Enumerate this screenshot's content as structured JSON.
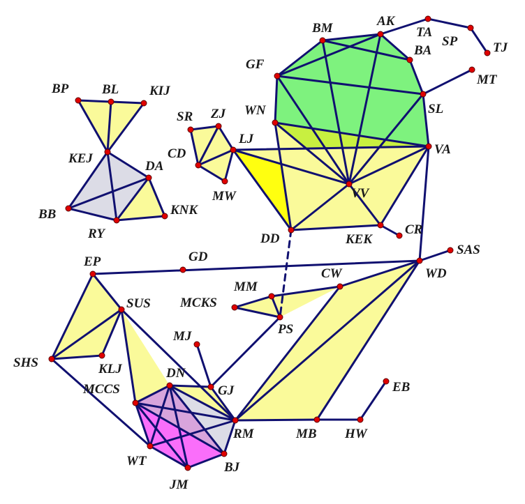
{
  "colors": {
    "edge": "#101070",
    "node": "#e00000",
    "yellow": "#fafa9a",
    "gray": "#dcdce6",
    "lavender": "#d8a4dc",
    "magenta": "#fa6efa",
    "green": "#7ef27e",
    "bright_yellow": "#ffff10",
    "yellow_green": "#c8f040"
  },
  "nodes": [
    {
      "id": "BP",
      "label": "BP"
    },
    {
      "id": "BL",
      "label": "BL"
    },
    {
      "id": "KIJ",
      "label": "KIJ"
    },
    {
      "id": "KEJ",
      "label": "KEJ"
    },
    {
      "id": "DA",
      "label": "DA"
    },
    {
      "id": "BB",
      "label": "BB"
    },
    {
      "id": "RY",
      "label": "RY"
    },
    {
      "id": "KNK",
      "label": "KNK"
    },
    {
      "id": "SR",
      "label": "SR"
    },
    {
      "id": "ZJ",
      "label": "ZJ"
    },
    {
      "id": "CD",
      "label": "CD"
    },
    {
      "id": "LJ",
      "label": "LJ"
    },
    {
      "id": "MW",
      "label": "MW"
    },
    {
      "id": "GF",
      "label": "GF"
    },
    {
      "id": "BM",
      "label": "BM"
    },
    {
      "id": "AK",
      "label": "AK"
    },
    {
      "id": "TA",
      "label": "TA"
    },
    {
      "id": "SP",
      "label": "SP"
    },
    {
      "id": "TJ",
      "label": "TJ"
    },
    {
      "id": "BA",
      "label": "BA"
    },
    {
      "id": "MT",
      "label": "MT"
    },
    {
      "id": "SL",
      "label": "SL"
    },
    {
      "id": "WN",
      "label": "WN"
    },
    {
      "id": "VA",
      "label": "VA"
    },
    {
      "id": "VV",
      "label": "VV"
    },
    {
      "id": "DD",
      "label": "DD"
    },
    {
      "id": "KEK",
      "label": "KEK"
    },
    {
      "id": "CR",
      "label": "CR"
    },
    {
      "id": "EP",
      "label": "EP"
    },
    {
      "id": "GD",
      "label": "GD"
    },
    {
      "id": "WD",
      "label": "WD"
    },
    {
      "id": "SAS",
      "label": "SAS"
    },
    {
      "id": "CW",
      "label": "CW"
    },
    {
      "id": "MM",
      "label": "MM"
    },
    {
      "id": "MCKS",
      "label": "MCKS"
    },
    {
      "id": "PS",
      "label": "PS"
    },
    {
      "id": "SUS",
      "label": "SUS"
    },
    {
      "id": "SHS",
      "label": "SHS"
    },
    {
      "id": "KLJ",
      "label": "KLJ"
    },
    {
      "id": "MJ",
      "label": "MJ"
    },
    {
      "id": "DN",
      "label": "DN"
    },
    {
      "id": "GJ",
      "label": "GJ"
    },
    {
      "id": "MCCS",
      "label": "MCCS"
    },
    {
      "id": "RM",
      "label": "RM"
    },
    {
      "id": "MB",
      "label": "MB"
    },
    {
      "id": "HW",
      "label": "HW"
    },
    {
      "id": "EB",
      "label": "EB"
    },
    {
      "id": "WT",
      "label": "WT"
    },
    {
      "id": "BJ",
      "label": "BJ"
    },
    {
      "id": "JM",
      "label": "JM"
    }
  ],
  "edges": [
    [
      "BP",
      "BL"
    ],
    [
      "BL",
      "KIJ"
    ],
    [
      "BP",
      "KEJ"
    ],
    [
      "BL",
      "KEJ"
    ],
    [
      "KIJ",
      "KEJ"
    ],
    [
      "KEJ",
      "DA"
    ],
    [
      "KEJ",
      "BB"
    ],
    [
      "KEJ",
      "RY"
    ],
    [
      "BB",
      "DA"
    ],
    [
      "BB",
      "RY"
    ],
    [
      "DA",
      "RY"
    ],
    [
      "DA",
      "KNK"
    ],
    [
      "RY",
      "KNK"
    ],
    [
      "SR",
      "ZJ"
    ],
    [
      "SR",
      "CD"
    ],
    [
      "ZJ",
      "CD"
    ],
    [
      "ZJ",
      "LJ"
    ],
    [
      "CD",
      "LJ"
    ],
    [
      "CD",
      "MW"
    ],
    [
      "LJ",
      "MW"
    ],
    [
      "LJ",
      "VA"
    ],
    [
      "LJ",
      "VV"
    ],
    [
      "LJ",
      "DD"
    ],
    [
      "GF",
      "BM"
    ],
    [
      "BM",
      "AK"
    ],
    [
      "AK",
      "BA"
    ],
    [
      "BA",
      "SL"
    ],
    [
      "SL",
      "VA"
    ],
    [
      "GF",
      "WN"
    ],
    [
      "GF",
      "AK"
    ],
    [
      "GF",
      "SL"
    ],
    [
      "GF",
      "VV"
    ],
    [
      "BM",
      "BA"
    ],
    [
      "BM",
      "VV"
    ],
    [
      "AK",
      "VV"
    ],
    [
      "AK",
      "TA"
    ],
    [
      "TA",
      "SP"
    ],
    [
      "SP",
      "TJ"
    ],
    [
      "SL",
      "MT"
    ],
    [
      "SL",
      "VV"
    ],
    [
      "WN",
      "VA"
    ],
    [
      "WN",
      "VV"
    ],
    [
      "WN",
      "DD"
    ],
    [
      "VA",
      "VV"
    ],
    [
      "VA",
      "KEK"
    ],
    [
      "VA",
      "WD"
    ],
    [
      "VV",
      "DD"
    ],
    [
      "VV",
      "KEK"
    ],
    [
      "DD",
      "KEK"
    ],
    [
      "KEK",
      "CR"
    ],
    [
      "EP",
      "WD"
    ],
    [
      "WD",
      "SAS"
    ],
    [
      "WD",
      "CW"
    ],
    [
      "WD",
      "RM"
    ],
    [
      "WD",
      "MB"
    ],
    [
      "CW",
      "MM"
    ],
    [
      "CW",
      "RM"
    ],
    [
      "MCKS",
      "MM"
    ],
    [
      "MCKS",
      "PS"
    ],
    [
      "MM",
      "PS"
    ],
    [
      "PS",
      "GJ"
    ],
    [
      "EP",
      "SUS"
    ],
    [
      "EP",
      "SHS"
    ],
    [
      "SUS",
      "SHS"
    ],
    [
      "SUS",
      "KLJ"
    ],
    [
      "SHS",
      "KLJ"
    ],
    [
      "SUS",
      "MCCS"
    ],
    [
      "SUS",
      "RM"
    ],
    [
      "SHS",
      "WT"
    ],
    [
      "MJ",
      "GJ"
    ],
    [
      "DN",
      "GJ"
    ],
    [
      "GJ",
      "RM"
    ],
    [
      "DN",
      "MCCS"
    ],
    [
      "DN",
      "RM"
    ],
    [
      "DN",
      "WT"
    ],
    [
      "DN",
      "JM"
    ],
    [
      "DN",
      "BJ"
    ],
    [
      "MCCS",
      "RM"
    ],
    [
      "MCCS",
      "WT"
    ],
    [
      "MCCS",
      "JM"
    ],
    [
      "MCCS",
      "BJ"
    ],
    [
      "WT",
      "JM"
    ],
    [
      "JM",
      "BJ"
    ],
    [
      "BJ",
      "RM"
    ],
    [
      "WT",
      "RM"
    ],
    [
      "RM",
      "MB"
    ],
    [
      "MB",
      "HW"
    ],
    [
      "HW",
      "EB"
    ]
  ],
  "dashed_edges": [
    [
      "DD",
      "PS"
    ]
  ]
}
